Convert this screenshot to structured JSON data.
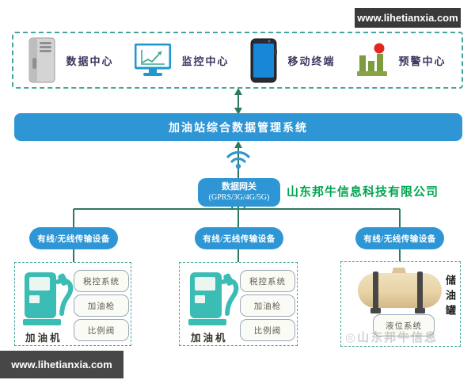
{
  "site_bars": {
    "top_right": "www.lihetianxia.com",
    "bottom_left": "www.lihetianxia.com"
  },
  "top_section": {
    "items": [
      {
        "icon": "server-icon",
        "label": "数据中心"
      },
      {
        "icon": "monitor-icon",
        "label": "监控中心"
      },
      {
        "icon": "phone-icon",
        "label": "移动终端"
      },
      {
        "icon": "alert-chart-icon",
        "label": "预警中心"
      }
    ]
  },
  "banner": {
    "label": "加油站综合数据管理系统"
  },
  "gateway": {
    "name": "数据网关",
    "networks": "(GPRS/3G/4G/5G)"
  },
  "company": {
    "name": "山东邦牛信息科技有限公司"
  },
  "branches": [
    {
      "transmission": "有线/无线传输设备",
      "device": "加油机",
      "icon": "fuel-dispenser-icon",
      "components": [
        "税控系统",
        "加油枪",
        "比例阀"
      ]
    },
    {
      "transmission": "有线/无线传输设备",
      "device": "加油机",
      "icon": "fuel-dispenser-icon",
      "components": [
        "税控系统",
        "加油枪",
        "比例阀"
      ]
    },
    {
      "transmission": "有线/无线传输设备",
      "device": "储油罐",
      "icon": "oil-tank-icon",
      "components": [
        "液位系统"
      ]
    }
  ],
  "watermark": {
    "text": "◎山东邦牛信息"
  },
  "colors": {
    "primary_blue": "#2e96d5",
    "dashed_teal": "#44a69b",
    "connector_green": "#2c7a5e",
    "company_green": "#00a651",
    "dispenser_teal": "#3bbcb4",
    "tank_tan": "#e8d2a6",
    "alert_red": "#e5261f",
    "bar_olive": "#7d9c3e"
  }
}
